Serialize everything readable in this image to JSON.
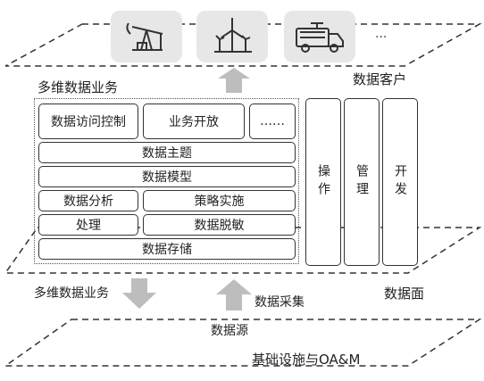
{
  "icons": [
    {
      "name": "oil-pump-icon"
    },
    {
      "name": "wind-turbine-icon"
    },
    {
      "name": "fire-truck-icon"
    }
  ],
  "top_ellipsis": "...",
  "labels": {
    "data_customer": "数据客户",
    "multi_biz_top": "多维数据业务",
    "multi_biz_bottom": "多维数据业务",
    "data_collection": "数据采集",
    "data_plane": "数据面",
    "data_source": "数据源",
    "infrastructure": "基础设施与OA&M"
  },
  "blocks": {
    "access_control": "数据访问控制",
    "biz_open": "业务开放",
    "more": "……",
    "subject": "数据主题",
    "model": "数据模型",
    "analysis": "数据分析",
    "strategy": "策略实施",
    "processing": "处理",
    "desensitize": "数据脱敏",
    "storage": "数据存储"
  },
  "side": {
    "operate": "操作",
    "manage": "管理",
    "develop": "开发"
  },
  "colors": {
    "arrow": "#bdbdbd",
    "tile": "#e7e7e7",
    "line": "#333333"
  }
}
